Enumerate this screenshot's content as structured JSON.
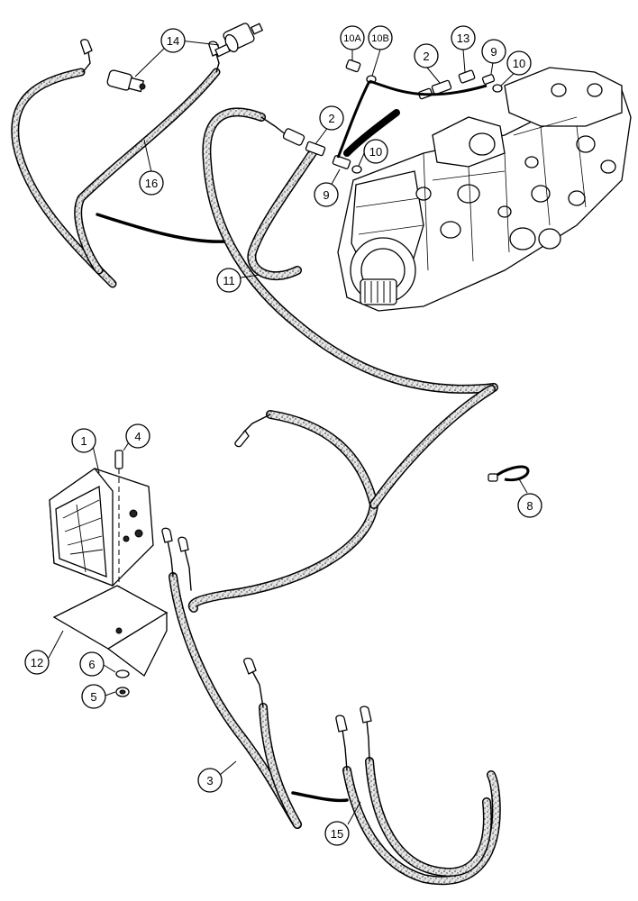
{
  "colors": {
    "ink": "#000000",
    "paper": "#ffffff",
    "hose_fill": "#d9d9d9"
  },
  "callouts": {
    "c1": "1",
    "c2a": "2",
    "c2b": "2",
    "c3": "3",
    "c4": "4",
    "c5": "5",
    "c6": "6",
    "c8": "8",
    "c9a": "9",
    "c9b": "9",
    "c10a": "10",
    "c10b": "10",
    "c10A": "10A",
    "c10B": "10B",
    "c11": "11",
    "c12": "12",
    "c13": "13",
    "c14": "14",
    "c15": "15",
    "c16": "16"
  },
  "icons": {
    "hydraulic_pump": "hydraulic-pump-icon",
    "alarm_horn": "alarm-horn-icon",
    "pressure_switch": "pressure-switch-icon",
    "cable_tie": "cable-tie-icon"
  }
}
